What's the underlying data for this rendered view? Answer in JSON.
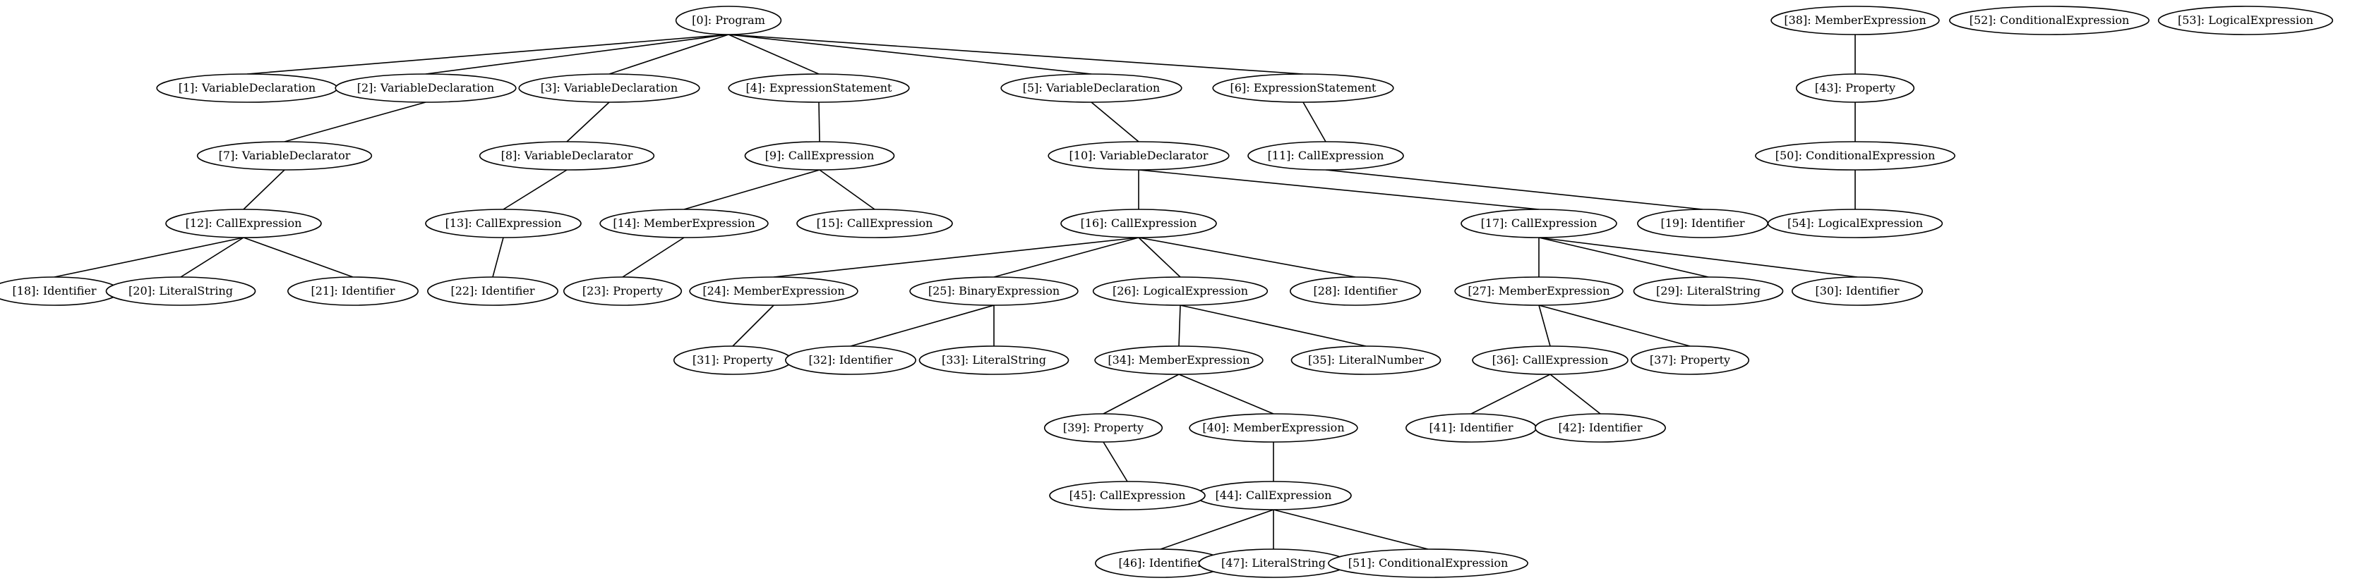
{
  "graph": {
    "nodes": [
      {
        "id": 0,
        "label": "[0]: Program"
      },
      {
        "id": 1,
        "label": "[1]: VariableDeclaration"
      },
      {
        "id": 2,
        "label": "[2]: VariableDeclaration"
      },
      {
        "id": 3,
        "label": "[3]: VariableDeclaration"
      },
      {
        "id": 4,
        "label": "[4]: ExpressionStatement"
      },
      {
        "id": 5,
        "label": "[5]: VariableDeclaration"
      },
      {
        "id": 6,
        "label": "[6]: ExpressionStatement"
      },
      {
        "id": 7,
        "label": "[7]: VariableDeclarator"
      },
      {
        "id": 8,
        "label": "[8]: VariableDeclarator"
      },
      {
        "id": 9,
        "label": "[9]: CallExpression"
      },
      {
        "id": 10,
        "label": "[10]: VariableDeclarator"
      },
      {
        "id": 11,
        "label": "[11]: CallExpression"
      },
      {
        "id": 12,
        "label": "[12]: CallExpression"
      },
      {
        "id": 13,
        "label": "[13]: CallExpression"
      },
      {
        "id": 14,
        "label": "[14]: MemberExpression"
      },
      {
        "id": 15,
        "label": "[15]: CallExpression"
      },
      {
        "id": 16,
        "label": "[16]: CallExpression"
      },
      {
        "id": 17,
        "label": "[17]: CallExpression"
      },
      {
        "id": 18,
        "label": "[18]: Identifier"
      },
      {
        "id": 19,
        "label": "[19]: Identifier"
      },
      {
        "id": 20,
        "label": "[20]: LiteralString"
      },
      {
        "id": 21,
        "label": "[21]: Identifier"
      },
      {
        "id": 22,
        "label": "[22]: Identifier"
      },
      {
        "id": 23,
        "label": "[23]: Property"
      },
      {
        "id": 24,
        "label": "[24]: MemberExpression"
      },
      {
        "id": 25,
        "label": "[25]: BinaryExpression"
      },
      {
        "id": 26,
        "label": "[26]: LogicalExpression"
      },
      {
        "id": 27,
        "label": "[27]: MemberExpression"
      },
      {
        "id": 28,
        "label": "[28]: Identifier"
      },
      {
        "id": 29,
        "label": "[29]: LiteralString"
      },
      {
        "id": 30,
        "label": "[30]: Identifier"
      },
      {
        "id": 31,
        "label": "[31]: Property"
      },
      {
        "id": 32,
        "label": "[32]: Identifier"
      },
      {
        "id": 33,
        "label": "[33]: LiteralString"
      },
      {
        "id": 34,
        "label": "[34]: MemberExpression"
      },
      {
        "id": 35,
        "label": "[35]: LiteralNumber"
      },
      {
        "id": 36,
        "label": "[36]: CallExpression"
      },
      {
        "id": 37,
        "label": "[37]: Property"
      },
      {
        "id": 38,
        "label": "[38]: MemberExpression"
      },
      {
        "id": 39,
        "label": "[39]: Property"
      },
      {
        "id": 40,
        "label": "[40]: MemberExpression"
      },
      {
        "id": 41,
        "label": "[41]: Identifier"
      },
      {
        "id": 42,
        "label": "[42]: Identifier"
      },
      {
        "id": 43,
        "label": "[43]: Property"
      },
      {
        "id": 44,
        "label": "[44]: CallExpression"
      },
      {
        "id": 45,
        "label": "[45]: CallExpression"
      },
      {
        "id": 46,
        "label": "[46]: Identifier"
      },
      {
        "id": 47,
        "label": "[47]: LiteralString"
      },
      {
        "id": 50,
        "label": "[50]: ConditionalExpression"
      },
      {
        "id": 51,
        "label": "[51]: ConditionalExpression"
      },
      {
        "id": 52,
        "label": "[52]: ConditionalExpression"
      },
      {
        "id": 53,
        "label": "[53]: LogicalExpression"
      },
      {
        "id": 54,
        "label": "[54]: LogicalExpression"
      }
    ],
    "edges": [
      [
        0,
        1
      ],
      [
        0,
        2
      ],
      [
        0,
        3
      ],
      [
        0,
        4
      ],
      [
        0,
        5
      ],
      [
        0,
        6
      ],
      [
        2,
        7
      ],
      [
        3,
        8
      ],
      [
        4,
        9
      ],
      [
        5,
        10
      ],
      [
        6,
        11
      ],
      [
        7,
        12
      ],
      [
        8,
        13
      ],
      [
        9,
        14
      ],
      [
        9,
        15
      ],
      [
        10,
        16
      ],
      [
        10,
        17
      ],
      [
        11,
        19
      ],
      [
        12,
        18
      ],
      [
        12,
        20
      ],
      [
        12,
        21
      ],
      [
        13,
        22
      ],
      [
        14,
        23
      ],
      [
        16,
        24
      ],
      [
        16,
        25
      ],
      [
        16,
        26
      ],
      [
        16,
        28
      ],
      [
        17,
        27
      ],
      [
        17,
        29
      ],
      [
        17,
        30
      ],
      [
        24,
        31
      ],
      [
        25,
        32
      ],
      [
        25,
        33
      ],
      [
        26,
        34
      ],
      [
        26,
        35
      ],
      [
        27,
        36
      ],
      [
        27,
        37
      ],
      [
        34,
        39
      ],
      [
        34,
        40
      ],
      [
        36,
        41
      ],
      [
        36,
        42
      ],
      [
        39,
        45
      ],
      [
        40,
        44
      ],
      [
        44,
        46
      ],
      [
        44,
        47
      ],
      [
        44,
        51
      ],
      [
        38,
        43
      ],
      [
        43,
        50
      ],
      [
        50,
        54
      ]
    ]
  }
}
